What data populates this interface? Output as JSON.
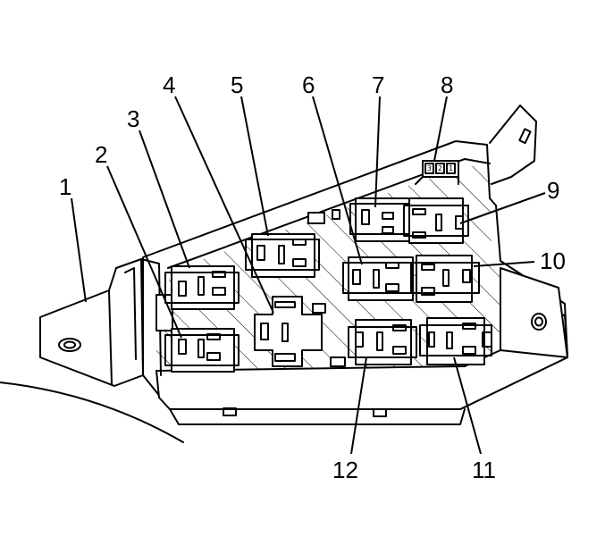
{
  "callouts": [
    {
      "id": "1",
      "label": "1"
    },
    {
      "id": "2",
      "label": "2"
    },
    {
      "id": "3",
      "label": "3"
    },
    {
      "id": "4",
      "label": "4"
    },
    {
      "id": "5",
      "label": "5"
    },
    {
      "id": "6",
      "label": "6"
    },
    {
      "id": "7",
      "label": "7"
    },
    {
      "id": "8",
      "label": "8"
    },
    {
      "id": "9",
      "label": "9"
    },
    {
      "id": "10",
      "label": "10"
    },
    {
      "id": "11",
      "label": "11"
    },
    {
      "id": "12",
      "label": "12"
    }
  ],
  "connector_pins": [
    "3",
    "2",
    "1"
  ],
  "colors": {
    "line": "#000000",
    "fill": "#ffffff"
  }
}
